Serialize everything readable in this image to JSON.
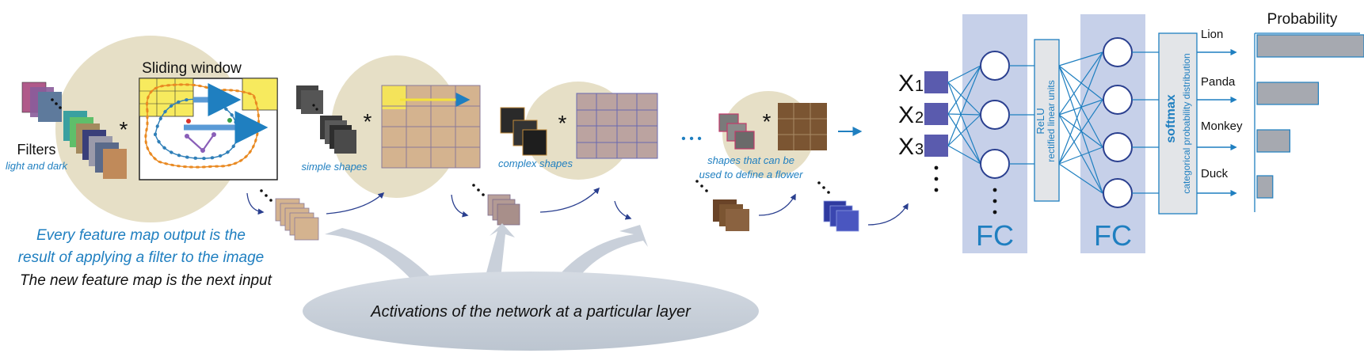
{
  "labels": {
    "sliding_window": "Sliding window",
    "filters": "Filters",
    "filters_sub": "light and dark",
    "simple_shapes": "simple shapes",
    "complex_shapes": "complex shapes",
    "flower_line1": "shapes that can be",
    "flower_line2": "used to define a flower",
    "caption_line1": "Every feature map output is the",
    "caption_line2": "result of applying a filter to the image",
    "caption_line3": "The new feature map is the next input",
    "activations": "Activations of the network at a particular layer",
    "conv_op": "*",
    "ellipsis_dots": "• • •",
    "x1": "X",
    "x1_sub": "1",
    "x2": "X",
    "x2_sub": "2",
    "x3": "X",
    "x3_sub": "3",
    "fc1": "FC",
    "fc2": "FC",
    "relu": "ReLU",
    "relu_sub": "rectified linear units",
    "softmax": "softmax",
    "softmax_sub": "categorical probability distribution",
    "probability": "Probability"
  },
  "outputs": [
    {
      "label": "Lion",
      "probability": 0.75
    },
    {
      "label": "Panda",
      "probability": 0.43
    },
    {
      "label": "Monkey",
      "probability": 0.23
    },
    {
      "label": "Duck",
      "probability": 0.11
    }
  ],
  "colors": {
    "accent_blue": "#1f7fc0",
    "beige": "#e6dfc6",
    "fc_band": "#c6d0e9",
    "input_node": "#5a5bae",
    "fmap_tan": "#d4b38f",
    "fmap_brown": "#7b5532",
    "fmap_blue": "#3a46b0",
    "bar_gray": "#a6a9b0"
  }
}
